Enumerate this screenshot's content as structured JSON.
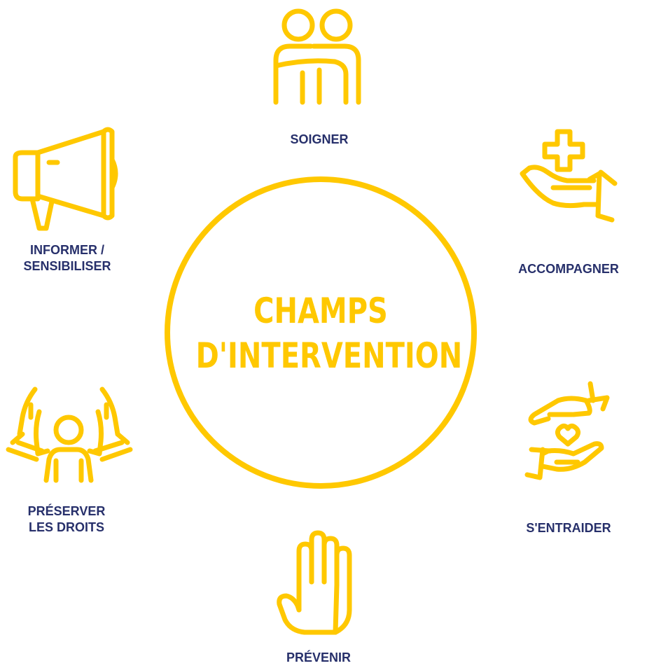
{
  "center": {
    "line1": "CHAMPS",
    "line2": "D'INTERVENTION"
  },
  "fields": {
    "soigner": {
      "label": "SOIGNER",
      "icon": "two-people-icon"
    },
    "accompagner": {
      "label": "ACCOMPAGNER",
      "icon": "hand-medical-cross-icon"
    },
    "entraider": {
      "label": "S'ENTRAIDER",
      "icon": "hands-heart-icon"
    },
    "prevenir": {
      "label": "PRÉVENIR",
      "icon": "raised-hand-icon"
    },
    "preserver": {
      "line1": "PRÉSERVER",
      "line2": "LES DROITS",
      "icon": "protected-person-icon"
    },
    "informer": {
      "line1": "INFORMER /",
      "line2": "SENSIBILISER",
      "icon": "megaphone-icon"
    }
  },
  "colors": {
    "accent": "#FFC800",
    "text": "#27306B"
  }
}
